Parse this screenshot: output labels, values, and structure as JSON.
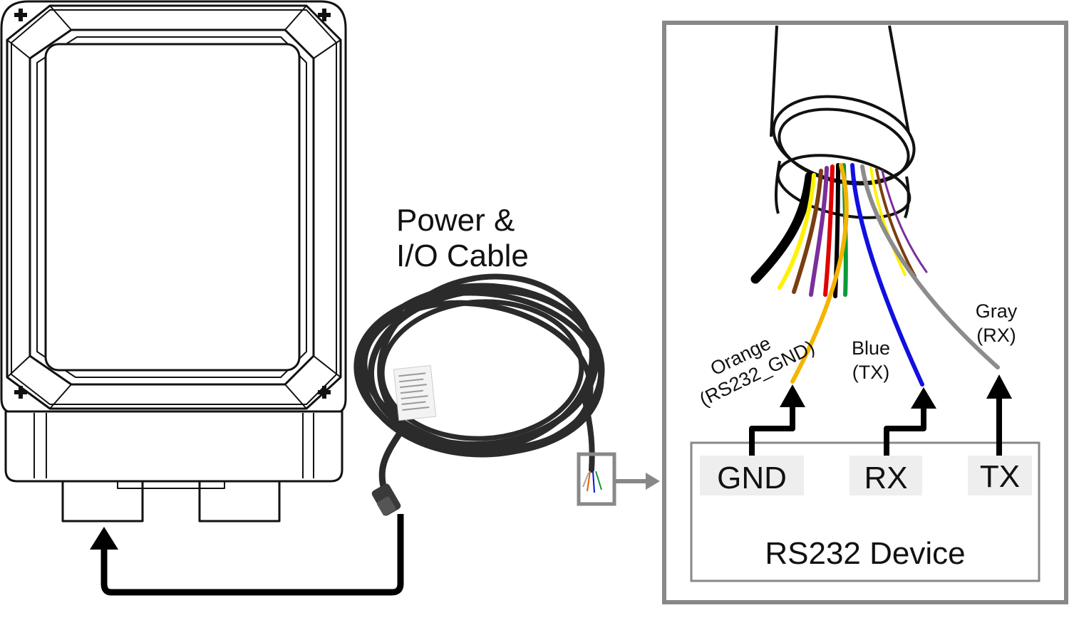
{
  "cable_title": {
    "line1": "Power &",
    "line2": "I/O Cable"
  },
  "wires": {
    "orange": {
      "name": "Orange",
      "signal": "(RS232_GND)"
    },
    "blue": {
      "name": "Blue",
      "signal": "(TX)"
    },
    "gray": {
      "name": "Gray",
      "signal": "(RX)"
    }
  },
  "device": {
    "title": "RS232 Device",
    "pins": {
      "gnd": "GND",
      "rx": "RX",
      "tx": "TX"
    }
  },
  "colors": {
    "orange": "#f5b400",
    "blue": "#1010e0",
    "gray": "#8c8c8c",
    "black": "#000000",
    "yellow": "#fff200",
    "brown": "#7a3e10",
    "purple": "#7a2f9c",
    "red": "#e00000",
    "green": "#0a9a3a",
    "frame": "#888888"
  }
}
